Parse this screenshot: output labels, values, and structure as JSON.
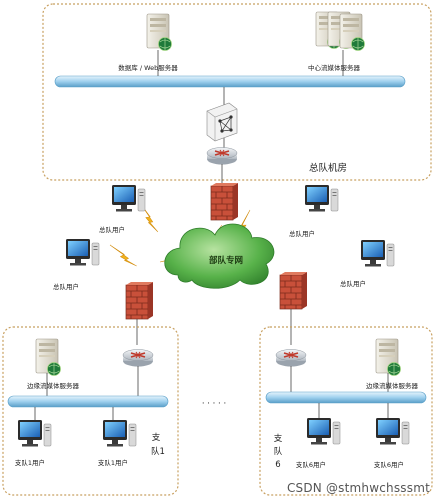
{
  "hq": {
    "title": "总队机房",
    "web_server_label": "数据库 / Web服务器",
    "center_server_label": "中心流媒体服务器"
  },
  "network": {
    "label": "部队专网"
  },
  "users": {
    "hq_user_label": "总队用户"
  },
  "branch1": {
    "server_label": "边缘流媒体服务器",
    "user_label": "支队1用户",
    "name_top": "支",
    "name_bottom": "队1"
  },
  "branch6": {
    "server_label": "边缘流媒体服务器",
    "user_label": "支队6用户",
    "name_top": "支",
    "name_mid": "队",
    "name_bottom": "6"
  },
  "ellipsis": "· · · · ·",
  "watermark": "CSDN @stmhwchsssmt",
  "colors": {
    "frame": "#c8a060",
    "bus": "#9fd0ee",
    "cloud": "#55b04a",
    "bolt": "#f2b21c",
    "firewall": "#c9503a",
    "router": "#c0392b"
  }
}
